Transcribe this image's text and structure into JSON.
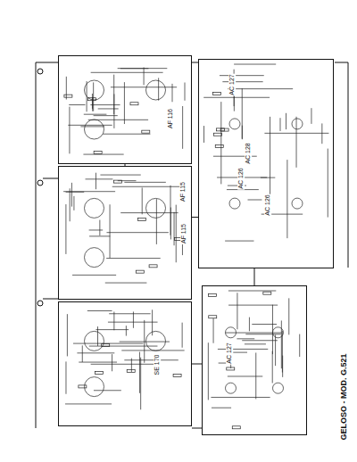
{
  "diagram": {
    "title": "GELOSO - MOD. G.521",
    "nodes": [
      {
        "text": [
          "AF 116"
        ]
      },
      {
        "text": [
          "AF 115"
        ]
      },
      {
        "text": [
          "SE 170"
        ]
      },
      {
        "text": [
          "AC 128"
        ]
      },
      {
        "text": [
          "AC 127"
        ]
      }
    ],
    "edges": [
      {
        "from": 1,
        "to": 3,
        "arrow": "none"
      },
      {
        "from": 2,
        "to": 4,
        "arrow": "none"
      },
      {
        "from": 3,
        "to": 4,
        "arrow": "none"
      },
      {
        "from": 0,
        "to": 1,
        "arrow": "none"
      }
    ],
    "labels": [
      "AC 126",
      "AC 126",
      "AC 127",
      "AF 115"
    ]
  }
}
